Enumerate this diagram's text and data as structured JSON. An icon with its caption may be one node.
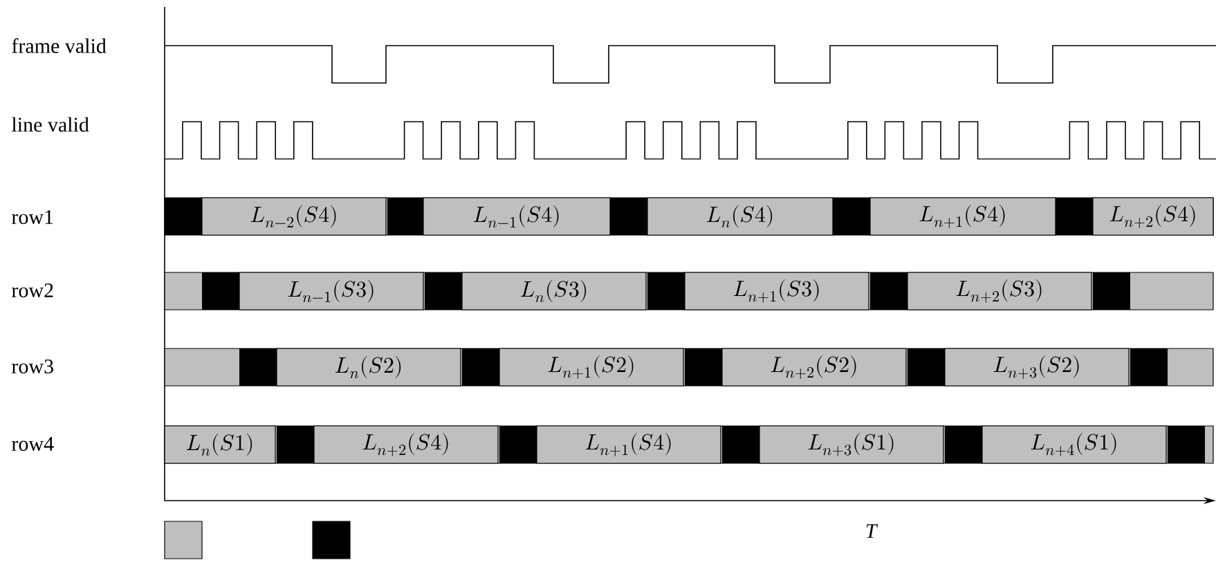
{
  "diagram": {
    "nodes": [
      {
        "text": [
          "L_{n-2}(S4)"
        ]
      },
      {
        "text": [
          "L_{n-1}(S4)"
        ]
      },
      {
        "text": [
          "L_{n}(S4)"
        ]
      },
      {
        "text": [
          "L_{n+1}(S4)"
        ]
      },
      {
        "text": [
          "L_{n+2}(S4)"
        ]
      },
      {
        "text": [
          "L_{n-1}(S3)"
        ]
      },
      {
        "text": [
          "L_{n}(S3)"
        ]
      },
      {
        "text": [
          "L_{n+1}(S3)"
        ]
      },
      {
        "text": [
          "L_{n+2}(S3)"
        ]
      },
      {
        "text": [
          "L_{n}(S2)"
        ]
      },
      {
        "text": [
          "L_{n+1}(S2)"
        ]
      },
      {
        "text": [
          "L_{n+2}(S2)"
        ]
      },
      {
        "text": [
          "L_{n+3}(S2)"
        ]
      },
      {
        "text": [
          "L_{n}(S1)"
        ]
      },
      {
        "text": [
          "L_{n+2}(S4)"
        ]
      },
      {
        "text": [
          "L_{n+1}(S4)"
        ]
      },
      {
        "text": [
          "L_{n+3}(S1)"
        ]
      },
      {
        "text": [
          "L_{n+4}(S1)"
        ]
      }
    ],
    "labels": [
      "frame valid",
      "line valid",
      "row1",
      "row2",
      "row3",
      "row4",
      "*T*"
    ]
  }
}
